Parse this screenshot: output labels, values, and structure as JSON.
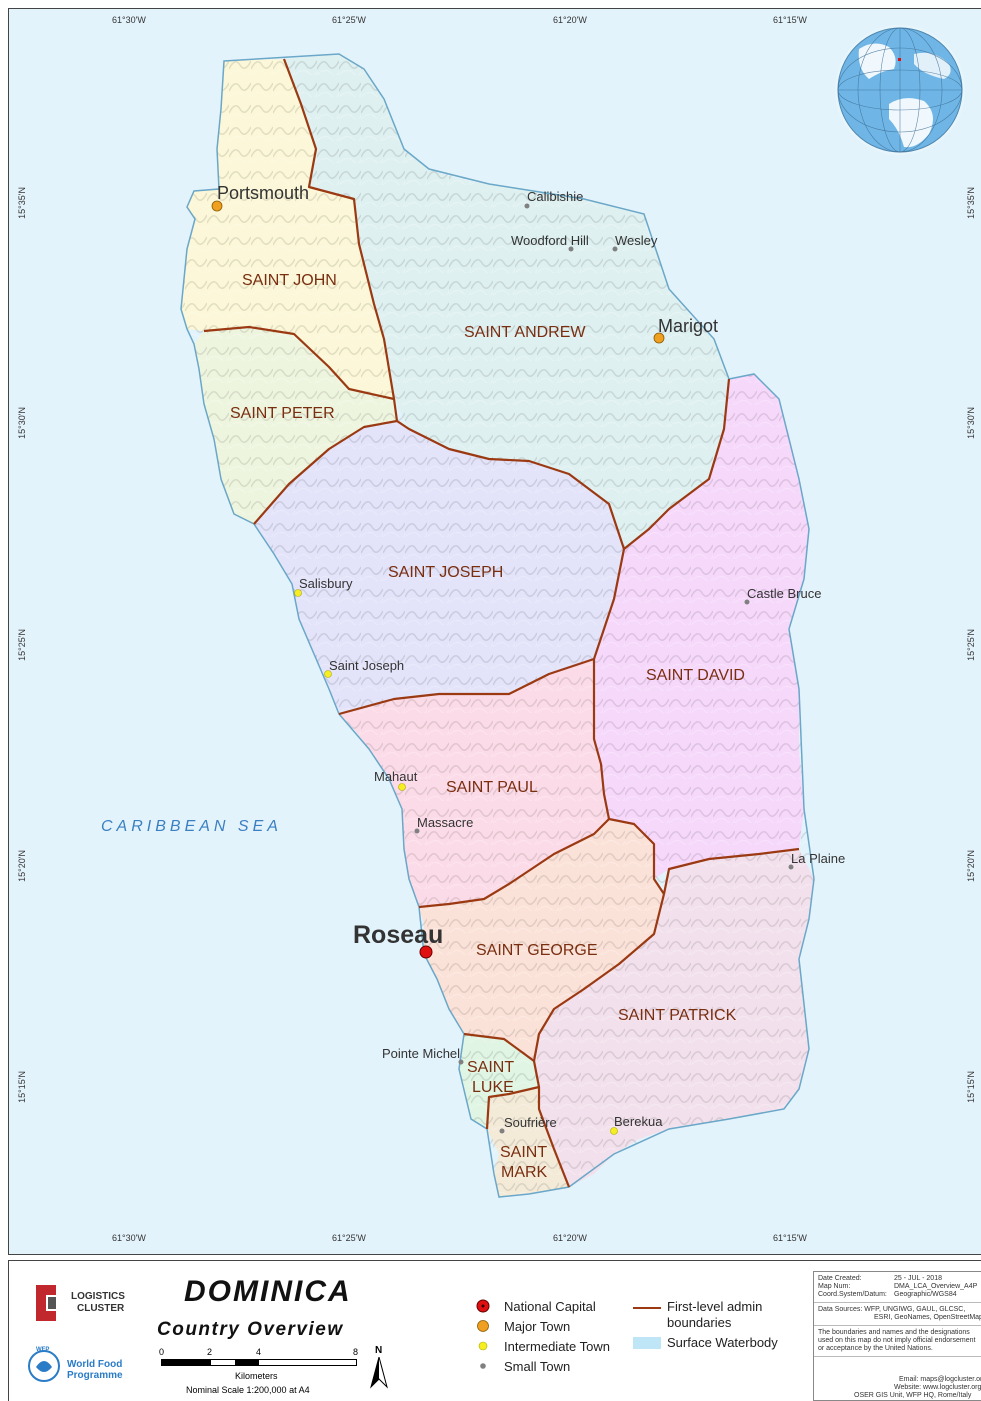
{
  "coordinates": {
    "top": [
      "61°30'W",
      "61°25'W",
      "61°20'W",
      "61°15'W"
    ],
    "bottom": [
      "61°30'W",
      "61°25'W",
      "61°20'W",
      "61°15'W"
    ],
    "left": [
      "15°35'N",
      "15°30'N",
      "15°25'N",
      "15°20'N",
      "15°15'N"
    ],
    "right": [
      "15°35'N",
      "15°30'N",
      "15°25'N",
      "15°20'N",
      "15°15'N"
    ]
  },
  "sea_label": "CARIBBEAN SEA",
  "parishes": {
    "saint_john": "SAINT JOHN",
    "saint_andrew": "SAINT ANDREW",
    "saint_peter": "SAINT PETER",
    "saint_joseph": "SAINT JOSEPH",
    "saint_david": "SAINT DAVID",
    "saint_paul": "SAINT PAUL",
    "saint_george": "SAINT GEORGE",
    "saint_patrick": "SAINT PATRICK",
    "saint_luke_1": "SAINT",
    "saint_luke_2": "LUKE",
    "saint_mark_1": "SAINT",
    "saint_mark_2": "MARK"
  },
  "towns": {
    "portsmouth": "Portsmouth",
    "calibishie": "Calibishie",
    "woodford_hill": "Woodford Hill",
    "wesley": "Wesley",
    "marigot": "Marigot",
    "salisbury": "Salisbury",
    "castle_bruce": "Castle Bruce",
    "saint_joseph": "Saint Joseph",
    "mahaut": "Mahaut",
    "massacre": "Massacre",
    "la_plaine": "La Plaine",
    "roseau": "Roseau",
    "pointe_michel": "Pointe Michel",
    "soufriere": "Soufrière",
    "berekua": "Berekua"
  },
  "legend": {
    "logistics_line1": "LOGISTICS",
    "logistics_line2": "CLUSTER",
    "wfp_small": "WFP",
    "wfp_line1": "World Food",
    "wfp_line2": "Programme",
    "title": "DOMINICA",
    "subtitle": "Country Overview",
    "scale_ticks": [
      "0",
      "2",
      "4",
      "8"
    ],
    "scale_unit": "Kilometers",
    "nominal_scale": "Nominal Scale 1:200,000 at A4",
    "north": "N",
    "national_capital": "National Capital",
    "major_town": "Major Town",
    "intermediate_town": "Intermediate Town",
    "small_town": "Small Town",
    "admin_boundaries_1": "First-level admin",
    "admin_boundaries_2": "boundaries",
    "surface_waterbody": "Surface Waterbody"
  },
  "metadata": {
    "date_label": "Date Created:",
    "date_value": "25 - JUL - 2018",
    "mapnum_label": "Map Num:",
    "mapnum_value": "DMA_LCA_Overview_A4P",
    "coord_label": "Coord.System/Datum:",
    "coord_value": "Geographic/WGS84",
    "sources_1": "Data Sources: WFP, UNGIWG, GAUL, GLCSC,",
    "sources_2": "ESRI, GeoNames, OpenStreetMap",
    "disclaimer_1": "The boundaries and names and the designations",
    "disclaimer_2": "used on this map do not imply official endorsement",
    "disclaimer_3": "or acceptance by the United Nations.",
    "email": "Email: maps@logcluster.org",
    "website": "Website: www.logcluster.org",
    "unit": "OSER GIS Unit, WFP HQ, Rome/Italy"
  },
  "colors": {
    "sea": "#e3f3fb",
    "boundary": "#9b3a12",
    "capital": "#e01010",
    "major": "#f0a020",
    "intermediate": "#f5ee20",
    "small": "#808080",
    "water_legend": "#bfe6f7"
  }
}
